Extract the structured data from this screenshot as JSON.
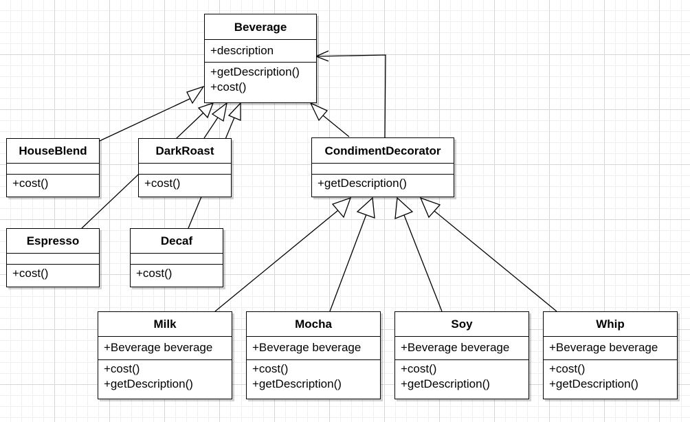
{
  "classes": {
    "beverage": {
      "name": "Beverage",
      "attributes": [
        "+description"
      ],
      "operations": [
        "+getDescription()",
        "+cost()"
      ]
    },
    "house_blend": {
      "name": "HouseBlend",
      "attributes": [],
      "operations": [
        "+cost()"
      ]
    },
    "dark_roast": {
      "name": "DarkRoast",
      "attributes": [],
      "operations": [
        "+cost()"
      ]
    },
    "espresso": {
      "name": "Espresso",
      "attributes": [],
      "operations": [
        "+cost()"
      ]
    },
    "decaf": {
      "name": "Decaf",
      "attributes": [],
      "operations": [
        "+cost()"
      ]
    },
    "condiment_decorator": {
      "name": "CondimentDecorator",
      "attributes": [],
      "operations": [
        "+getDescription()"
      ]
    },
    "milk": {
      "name": "Milk",
      "attributes": [
        "+Beverage beverage"
      ],
      "operations": [
        "+cost()",
        "+getDescription()"
      ]
    },
    "mocha": {
      "name": "Mocha",
      "attributes": [
        "+Beverage beverage"
      ],
      "operations": [
        "+cost()",
        "+getDescription()"
      ]
    },
    "soy": {
      "name": "Soy",
      "attributes": [
        "+Beverage beverage"
      ],
      "operations": [
        "+cost()",
        "+getDescription()"
      ]
    },
    "whip": {
      "name": "Whip",
      "attributes": [
        "+Beverage beverage"
      ],
      "operations": [
        "+cost()",
        "+getDescription()"
      ]
    }
  },
  "relationships": [
    {
      "from": "HouseBlend",
      "to": "Beverage",
      "kind": "generalization"
    },
    {
      "from": "DarkRoast",
      "to": "Beverage",
      "kind": "generalization"
    },
    {
      "from": "Espresso",
      "to": "Beverage",
      "kind": "generalization"
    },
    {
      "from": "Decaf",
      "to": "Beverage",
      "kind": "generalization"
    },
    {
      "from": "CondimentDecorator",
      "to": "Beverage",
      "kind": "generalization"
    },
    {
      "from": "CondimentDecorator",
      "to": "Beverage",
      "kind": "association"
    },
    {
      "from": "Milk",
      "to": "CondimentDecorator",
      "kind": "generalization"
    },
    {
      "from": "Mocha",
      "to": "CondimentDecorator",
      "kind": "generalization"
    },
    {
      "from": "Soy",
      "to": "CondimentDecorator",
      "kind": "generalization"
    },
    {
      "from": "Whip",
      "to": "CondimentDecorator",
      "kind": "generalization"
    }
  ]
}
